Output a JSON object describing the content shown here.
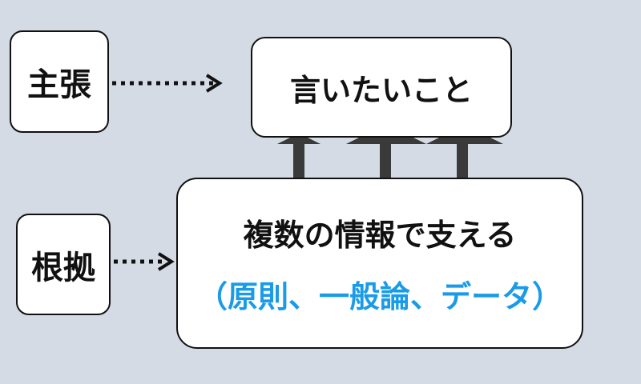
{
  "claim": {
    "label": "主張"
  },
  "basis": {
    "label": "根拠"
  },
  "main_point": {
    "label": "言いたいこと"
  },
  "support": {
    "line1": "複数の情報で支える",
    "line2": "（原則、一般論、データ）"
  },
  "colors": {
    "background": "#d5dbe5",
    "box_fill": "#ffffff",
    "stroke": "#111111",
    "pillar": "#3a3a3a",
    "accent_text": "#1a9be8"
  }
}
